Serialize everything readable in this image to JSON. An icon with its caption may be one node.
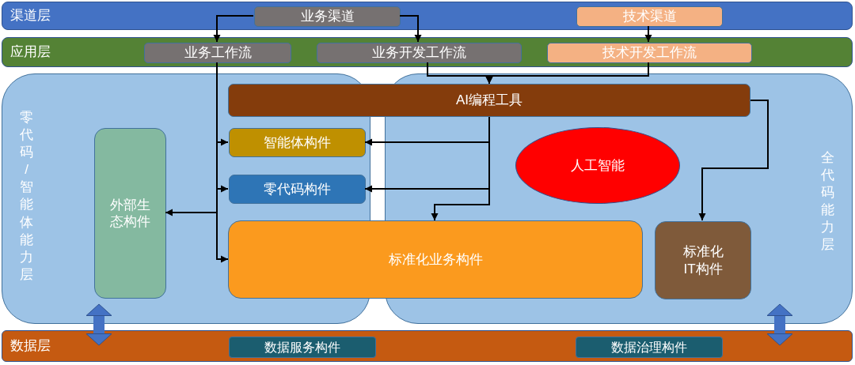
{
  "diagram": {
    "nodes": [
      {
        "text": [
          "渠道层"
        ]
      },
      {
        "text": [
          "业务渠道"
        ],
        "in": 0
      },
      {
        "text": [
          "技术渠道"
        ],
        "in": 0
      },
      {
        "text": [
          "应用层"
        ]
      },
      {
        "text": [
          "业务工作流"
        ],
        "in": 3
      },
      {
        "text": [
          "业务开发工作流"
        ],
        "in": 3
      },
      {
        "text": [
          "技术开发工作流"
        ],
        "in": 3
      },
      {
        "text": [
          "零代码/智能体能力层"
        ]
      },
      {
        "text": [
          "全代码能力层"
        ]
      },
      {
        "text": [
          "AI编程工具"
        ]
      },
      {
        "text": [
          "智能体构件"
        ],
        "in": 7
      },
      {
        "text": [
          "零代码构件"
        ],
        "in": 7
      },
      {
        "text": [
          "外部生态构件"
        ],
        "in": 7
      },
      {
        "text": [
          "人工智能"
        ],
        "in": 8
      },
      {
        "text": [
          "标准化业务构件"
        ]
      },
      {
        "text": [
          "标准化IT构件"
        ],
        "in": 8
      },
      {
        "text": [
          "数据层"
        ]
      },
      {
        "text": [
          "数据服务构件"
        ],
        "in": 16
      },
      {
        "text": [
          "数据治理构件"
        ],
        "in": 16
      }
    ],
    "edges": [
      {
        "from": 1,
        "to": 4,
        "arrow": "to"
      },
      {
        "from": 1,
        "to": 5,
        "arrow": "to"
      },
      {
        "from": 2,
        "to": 6,
        "arrow": "to"
      },
      {
        "from": 4,
        "to": 10,
        "arrow": "to"
      },
      {
        "from": 4,
        "to": 11,
        "arrow": "to"
      },
      {
        "from": 4,
        "to": 12,
        "arrow": "to"
      },
      {
        "from": 4,
        "to": 14,
        "arrow": "to"
      },
      {
        "from": 5,
        "to": 9,
        "arrow": "to"
      },
      {
        "from": 6,
        "to": 9,
        "arrow": "to"
      },
      {
        "from": 9,
        "to": 10,
        "arrow": "to"
      },
      {
        "from": 9,
        "to": 11,
        "arrow": "to"
      },
      {
        "from": 9,
        "to": 14,
        "arrow": "to"
      },
      {
        "from": 9,
        "to": 15,
        "arrow": "to"
      },
      {
        "from": 7,
        "to": 16,
        "arrow": "both",
        "style": "thick",
        "color": "#4472c4"
      },
      {
        "from": 8,
        "to": 16,
        "arrow": "both",
        "style": "thick",
        "color": "#4472c4"
      }
    ]
  }
}
